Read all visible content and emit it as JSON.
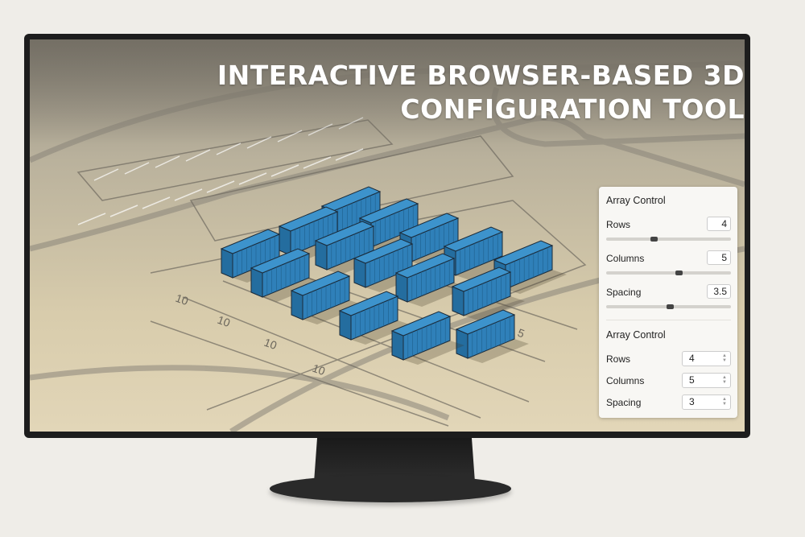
{
  "title": "INTERACTIVE BROWSER-BASED 3D CONFIGURATION TOOL",
  "scene": {
    "axis_labels": [
      "10",
      "10",
      "10",
      "10",
      "5"
    ],
    "container_color": "#2a7ab8"
  },
  "panel_sliders": {
    "title": "Array Control",
    "rows": {
      "label": "Rows",
      "value": "4",
      "fraction": 0.38
    },
    "columns": {
      "label": "Columns",
      "value": "5",
      "fraction": 0.58
    },
    "spacing": {
      "label": "Spacing",
      "value": "3.5",
      "fraction": 0.51
    }
  },
  "panel_spinners": {
    "title": "Array Control",
    "rows": {
      "label": "Rows",
      "value": "4"
    },
    "columns": {
      "label": "Columns",
      "value": "5"
    },
    "spacing": {
      "label": "Spacing",
      "value": "3"
    }
  }
}
